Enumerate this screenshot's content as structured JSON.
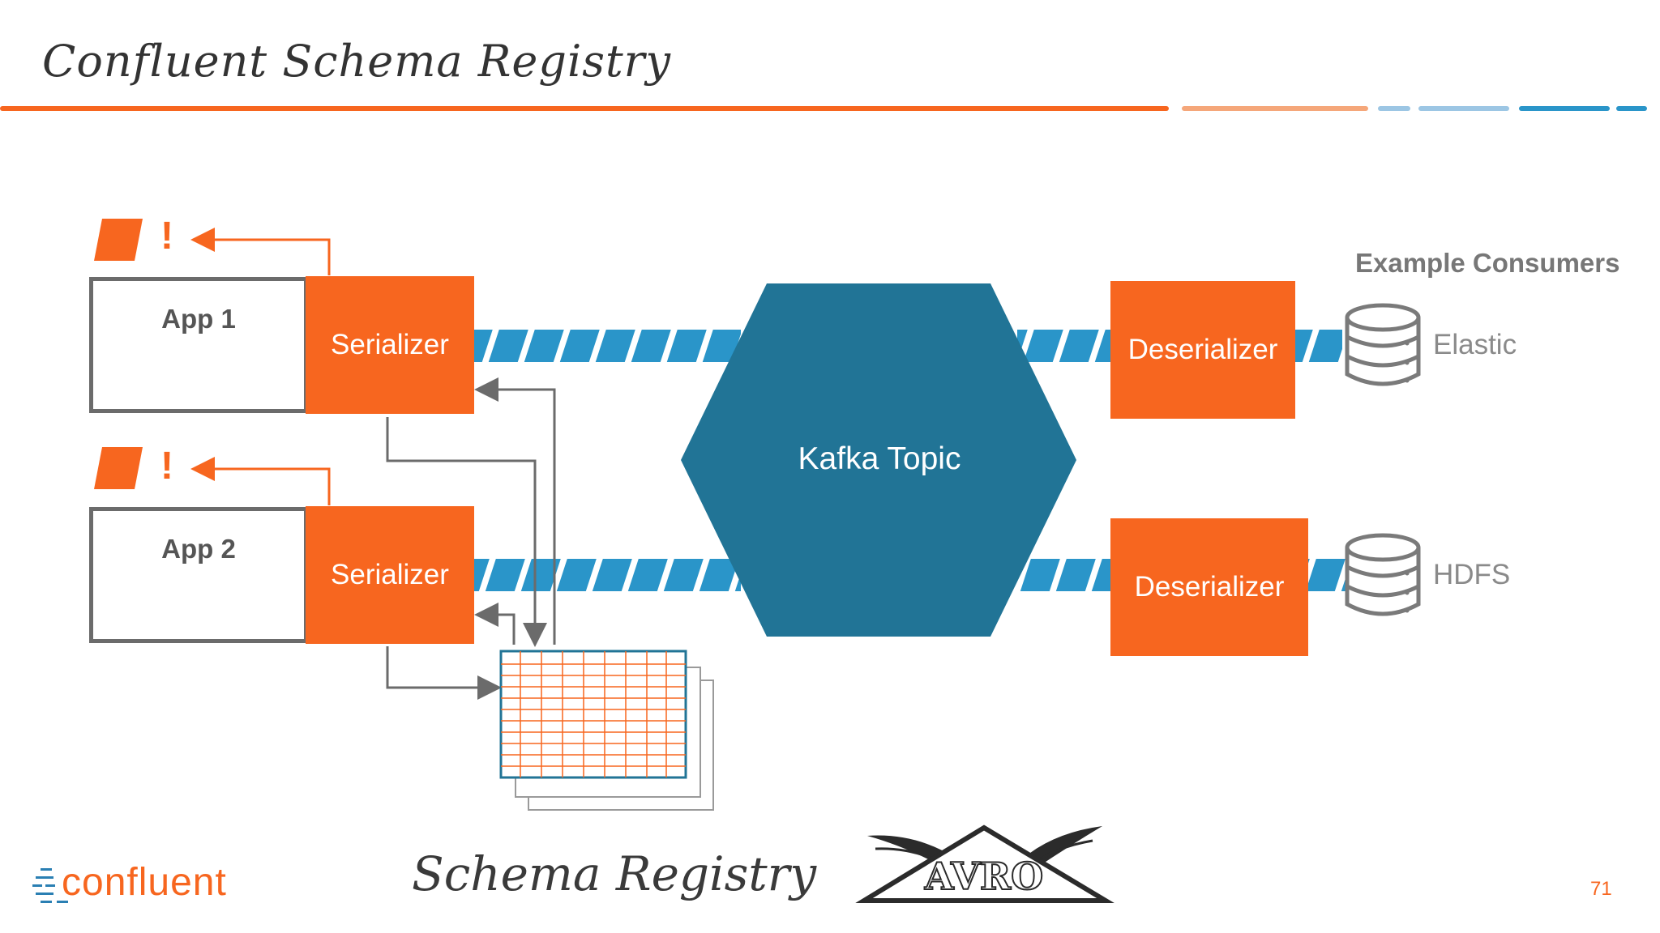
{
  "slide": {
    "title": "Confluent Schema Registry",
    "page_number": "71"
  },
  "producers": [
    {
      "app_label": "App 1",
      "serializer_label": "Serializer",
      "error_mark": "!"
    },
    {
      "app_label": "App 2",
      "serializer_label": "Serializer",
      "error_mark": "!"
    }
  ],
  "topic": {
    "label": "Kafka Topic"
  },
  "consumers": {
    "title": "Example Consumers",
    "items": [
      {
        "deserializer_label": "Deserializer",
        "target": "Elastic"
      },
      {
        "deserializer_label": "Deserializer",
        "target": "HDFS"
      }
    ]
  },
  "schema_registry": {
    "caption": "Schema Registry"
  },
  "logos": {
    "confluent": "confluent",
    "avro": "AVRO"
  },
  "colors": {
    "accent_orange": "#f7661f",
    "topic_blue": "#217496",
    "stripe_blue": "#2a95c9",
    "gray": "#6b6b6b"
  }
}
